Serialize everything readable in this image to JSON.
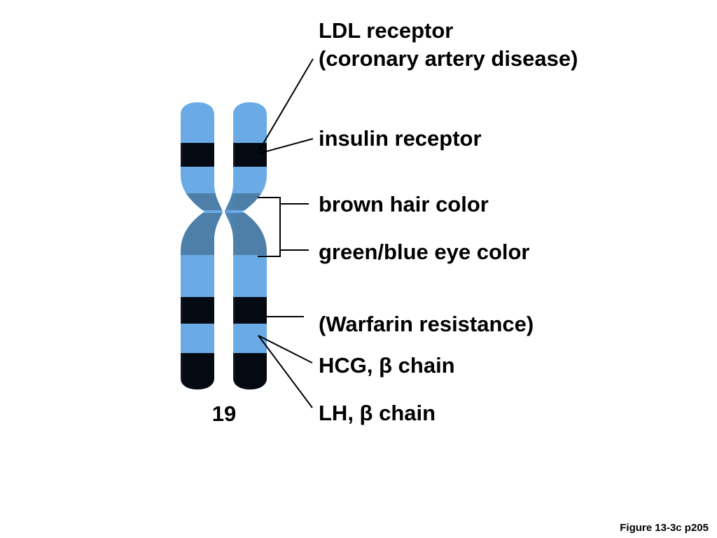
{
  "chromosome": {
    "number": "19",
    "body_color": "#6aabe6",
    "centromere_band_color": "#4d7fa8",
    "dark_band_color": "#050a12"
  },
  "gene_labels": [
    {
      "id": "ldl",
      "lines": [
        "LDL receptor",
        "(coronary artery disease)"
      ]
    },
    {
      "id": "insulin",
      "lines": [
        "insulin receptor"
      ]
    },
    {
      "id": "hair",
      "lines": [
        "brown hair color"
      ]
    },
    {
      "id": "eye",
      "lines": [
        "green/blue eye color"
      ]
    },
    {
      "id": "warfarin",
      "lines": [
        "(Warfarin resistance)"
      ]
    },
    {
      "id": "hcg",
      "lines": [
        "HCG, β chain"
      ]
    },
    {
      "id": "lh",
      "lines": [
        "LH, β chain"
      ]
    }
  ],
  "caption": "Figure 13-3c p205"
}
